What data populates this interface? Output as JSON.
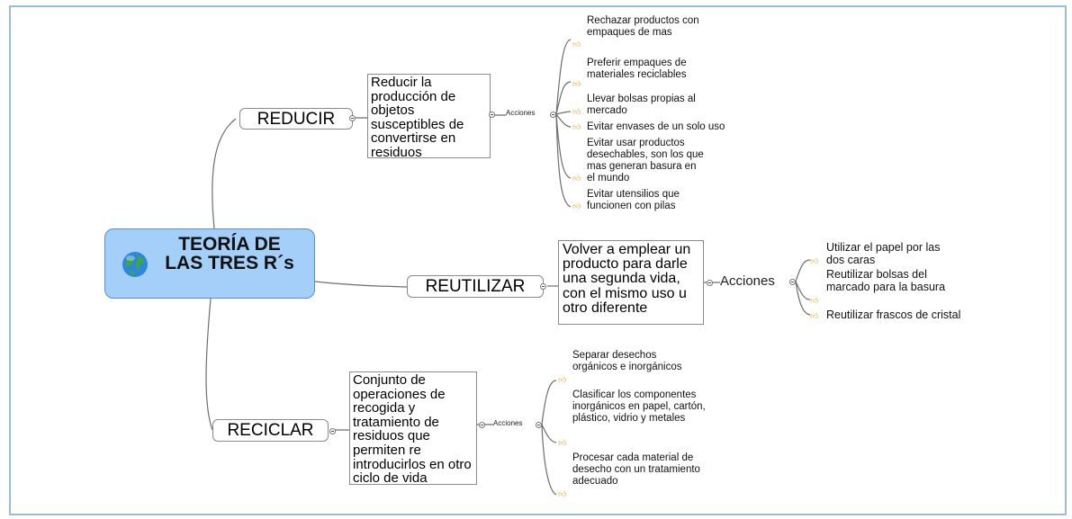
{
  "central": {
    "title": "TEORÍA DE LAS TRES R´s",
    "icon": "globe-icon"
  },
  "branches": [
    {
      "label": "REDUCIR",
      "description": "Reducir la producción de objetos susceptibles de convertirse en residuos",
      "actions_label": "Acciones",
      "items": [
        "Rechazar productos con empaques de mas",
        "Preferir empaques de materiales reciclables",
        "Llevar bolsas propias al mercado",
        "Evitar envases de un solo uso",
        "Evitar usar productos desechables, son los que mas generan basura en el mundo",
        "Evitar utensilios que funcionen con pilas"
      ]
    },
    {
      "label": "REUTILIZAR",
      "description": "Volver a emplear un producto para darle una segunda vida, con el mismo uso u otro diferente",
      "actions_label": "Acciones",
      "items": [
        "Utilizar el papel por las dos caras",
        "Reutilizar bolsas del marcado para la basura",
        "Reutilizar frascos de cristal"
      ]
    },
    {
      "label": "RECICLAR",
      "description": "Conjunto de operaciones de recogida y tratamiento de residuos que permiten re introducirlos en otro ciclo de vida",
      "actions_label": "Acciones",
      "items": [
        "Separar desechos orgánicos e inorgánicos",
        "Clasificar los componentes inorgánicos en papel, cartón, plástico, vidrio y metales",
        "Procesar cada material de desecho con un tratamiento adecuado"
      ]
    }
  ],
  "colors": {
    "central_fill": "#a3cff8",
    "frame": "#9bbbdc",
    "item_icon": "#e6a020"
  }
}
